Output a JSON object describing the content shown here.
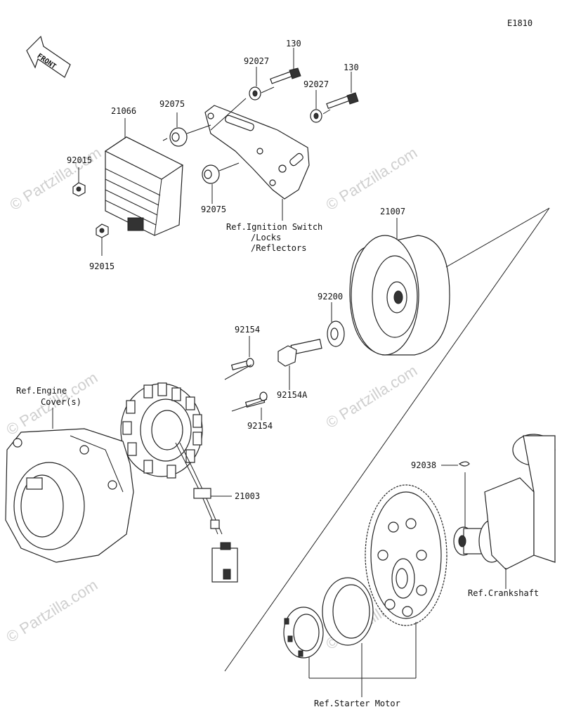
{
  "diagram_code": "E1810",
  "front_label": "FRONT",
  "watermark": "© Partzilla.com",
  "labels": {
    "p130a": "130",
    "p130b": "130",
    "p92027a": "92027",
    "p92027b": "92027",
    "p21066": "21066",
    "p92075a": "92075",
    "p92075b": "92075",
    "p92015a": "92015",
    "p92015b": "92015",
    "p21007": "21007",
    "p92200": "92200",
    "p92154a": "92154",
    "p92154b": "92154",
    "p92154A": "92154A",
    "p21003": "21003",
    "p92038": "92038"
  },
  "refs": {
    "ignition_line1": "Ref.Ignition Switch",
    "ignition_line2": "/Locks",
    "ignition_line3": "/Reflectors",
    "engine_line1": "Ref.Engine",
    "engine_line2": "Cover(s)",
    "crankshaft": "Ref.Crankshaft",
    "starter_motor": "Ref.Starter Motor"
  },
  "colors": {
    "line": "#222222",
    "watermark": "#cfcfcf",
    "background": "#ffffff"
  },
  "icons": [
    "front-arrow-icon"
  ]
}
